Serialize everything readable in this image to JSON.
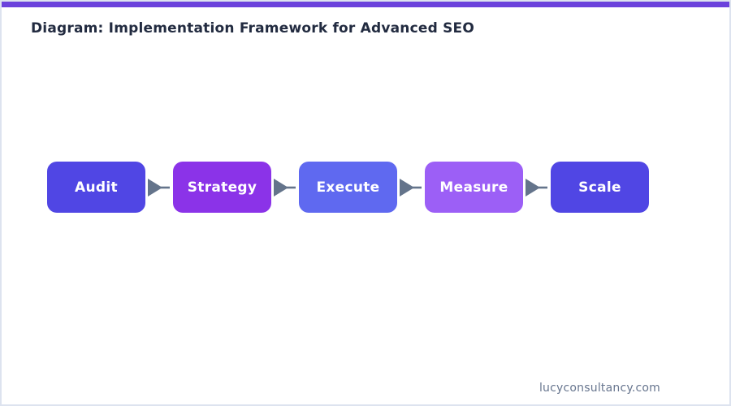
{
  "page": {
    "title": "Diagram: Implementation Framework for Advanced SEO",
    "footer_text": "lucyconsultancy.com",
    "accent_color": "#6b42dc",
    "border_color": "#dde3ef",
    "title_color": "#222b40",
    "footer_color": "#68768f"
  },
  "diagram": {
    "type": "flow",
    "direction": "left-to-right",
    "arrow_color": "#64748b",
    "steps": [
      {
        "label": "Audit",
        "color": "#5046e4"
      },
      {
        "label": "Strategy",
        "color": "#8b33e8"
      },
      {
        "label": "Execute",
        "color": "#5f69f0"
      },
      {
        "label": "Measure",
        "color": "#9c5ff6"
      },
      {
        "label": "Scale",
        "color": "#5046e4"
      }
    ]
  }
}
